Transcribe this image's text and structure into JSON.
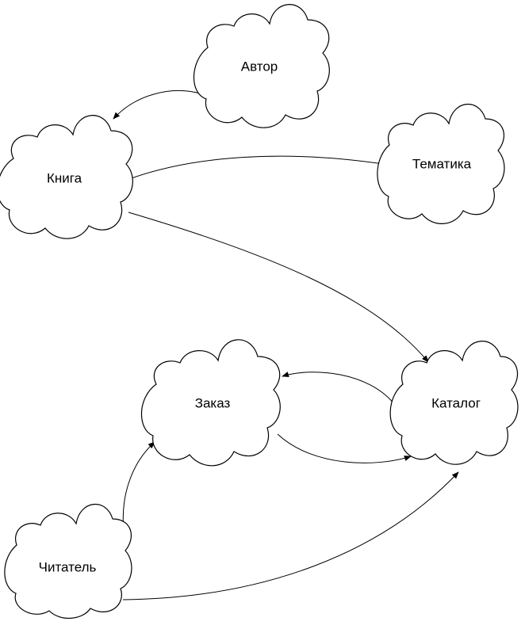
{
  "diagram": {
    "nodes": [
      {
        "id": "avtor",
        "label": "Автор"
      },
      {
        "id": "kniga",
        "label": "Книга"
      },
      {
        "id": "tematika",
        "label": "Тематика"
      },
      {
        "id": "zakaz",
        "label": "Заказ"
      },
      {
        "id": "katalog",
        "label": "Каталог"
      },
      {
        "id": "chitatel",
        "label": "Читатель"
      }
    ],
    "edges": [
      {
        "from": "avtor",
        "to": "kniga"
      },
      {
        "from": "tematika",
        "to": "kniga"
      },
      {
        "from": "kniga",
        "to": "katalog"
      },
      {
        "from": "katalog",
        "to": "zakaz"
      },
      {
        "from": "zakaz",
        "to": "katalog"
      },
      {
        "from": "chitatel",
        "to": "zakaz"
      },
      {
        "from": "chitatel",
        "to": "katalog"
      }
    ]
  }
}
